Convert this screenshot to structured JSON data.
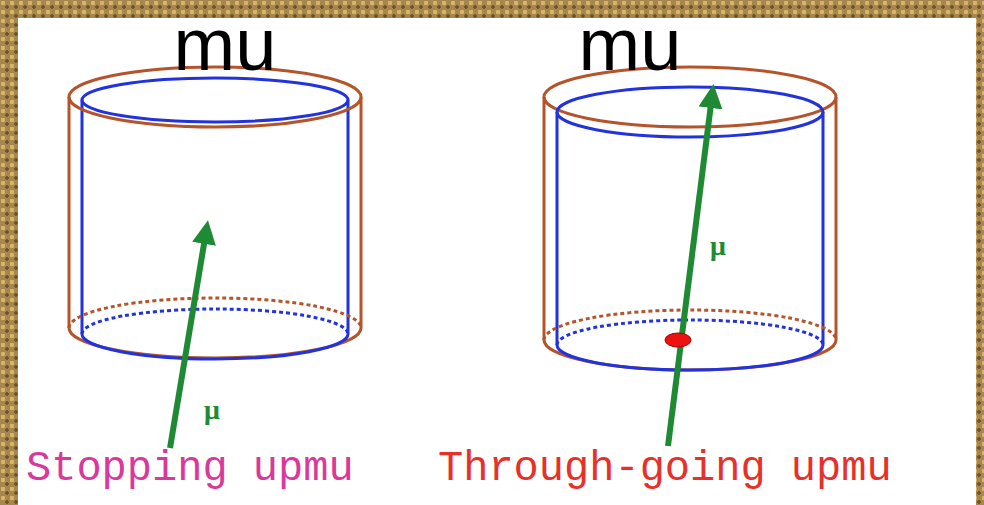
{
  "diagram": {
    "labels": [
      "mu",
      "mu",
      "μ",
      "μ",
      "Stopping upmu",
      "Through-going upmu"
    ]
  }
}
